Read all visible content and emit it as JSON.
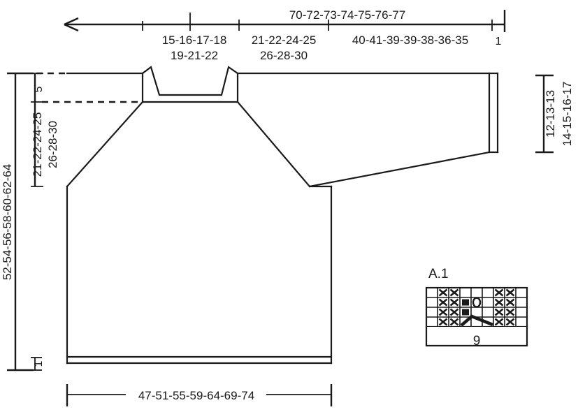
{
  "diagram": {
    "title": "Knitting schematic",
    "units": "cm",
    "line_color": "#1a1a1a",
    "background": "#ffffff"
  },
  "top_ruler": {
    "total_label": "70-72-73-74-75-76-77",
    "segments": [
      {
        "name": "neck-half",
        "label_line1": "15-16-17-18",
        "label_line2": "19-21-22"
      },
      {
        "name": "yoke",
        "label_line1": "21-22-24-25",
        "label_line2": "26-28-30"
      },
      {
        "name": "sleeve",
        "label_line1": "40-41-39-39-38-36-35",
        "label_line2": ""
      },
      {
        "name": "cuff",
        "label_line1": "1",
        "label_line2": ""
      }
    ]
  },
  "left_ruler": {
    "total_label": "52-54-56-58-60-62-64",
    "neck_band_label": "5",
    "yoke_label_line1": "21-22-24-25",
    "yoke_label_line2": "26-28-30",
    "hem_label": "1"
  },
  "right_ruler": {
    "label_line1": "12-13-13",
    "label_line2": "14-15-16-17"
  },
  "bottom_ruler": {
    "label": "47-51-55-59-64-69-74"
  },
  "chart": {
    "name": "A.1",
    "width_label": "9",
    "columns": 9,
    "rows": 4,
    "legend": {
      "x": "purl-stitch",
      "square": "bead-or-nupp",
      "o": "yarn-over",
      "chevron": "decrease"
    },
    "cells": [
      [
        "",
        "x",
        "x",
        "",
        "",
        "",
        "x",
        "x",
        ""
      ],
      [
        "",
        "x",
        "x",
        "square",
        "o",
        "",
        "x",
        "x",
        ""
      ],
      [
        "",
        "x",
        "x",
        "square",
        "",
        "",
        "x",
        "x",
        ""
      ],
      [
        "",
        "x",
        "x",
        "chevron",
        "chevron",
        "chevron",
        "x",
        "x",
        ""
      ]
    ]
  }
}
